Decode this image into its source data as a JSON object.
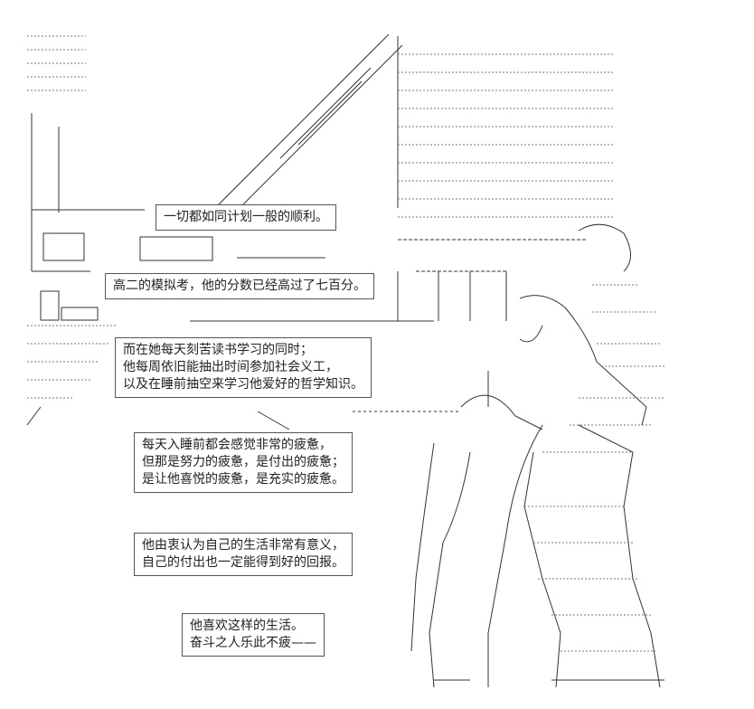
{
  "colors": {
    "background": "#ffffff",
    "ink": "#222222",
    "box_border": "#555555"
  },
  "captions": [
    {
      "lines": [
        "一切都如同计划一般的顺利。"
      ]
    },
    {
      "lines": [
        "高二的模拟考，他的分数已经高过了七百分。"
      ]
    },
    {
      "lines": [
        "而在她每天刻苦读书学习的同时；",
        "他每周依旧能抽出时间参加社会义工，",
        "以及在睡前抽空来学习他爱好的哲学知识。"
      ]
    },
    {
      "lines": [
        "每天入睡前都会感觉非常的疲惫，",
        "但那是努力的疲惫，是付出的疲惫；",
        "是让他喜悦的疲惫，是充实的疲惫。"
      ]
    },
    {
      "lines": [
        "他由衷认为自己的生活非常有意义，",
        "自己的付出也一定能得到好的回报。"
      ]
    },
    {
      "lines": [
        "他喜欢这样的生活。",
        "奋斗之人乐此不疲——"
      ]
    }
  ]
}
